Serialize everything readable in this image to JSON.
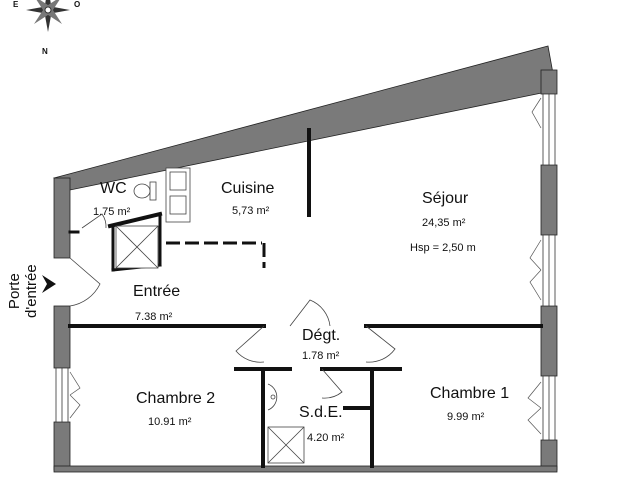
{
  "compass": {
    "north": "N",
    "east": "E",
    "west": "O"
  },
  "entrance": {
    "line1": "Porte",
    "line2": "d'entrée"
  },
  "rooms": {
    "wc": {
      "name": "WC",
      "area": "1.75 m²"
    },
    "cuisine": {
      "name": "Cuisine",
      "area": "5,73 m²"
    },
    "sejour": {
      "name": "Séjour",
      "area": "24,35 m²",
      "note": "Hsp = 2,50 m"
    },
    "entree": {
      "name": "Entrée",
      "area": "7.38 m²"
    },
    "degt": {
      "name": "Dégt.",
      "area": "1.78 m²"
    },
    "chambre2": {
      "name": "Chambre 2",
      "area": "10.91 m²"
    },
    "chambre1": {
      "name": "Chambre 1",
      "area": "9.99 m²"
    },
    "sde": {
      "name": "S.d.E.",
      "area": "4.20 m²"
    }
  },
  "colors": {
    "outer_wall": "#7a7a7a",
    "inner_wall": "#111111",
    "fixture": "#444444"
  }
}
